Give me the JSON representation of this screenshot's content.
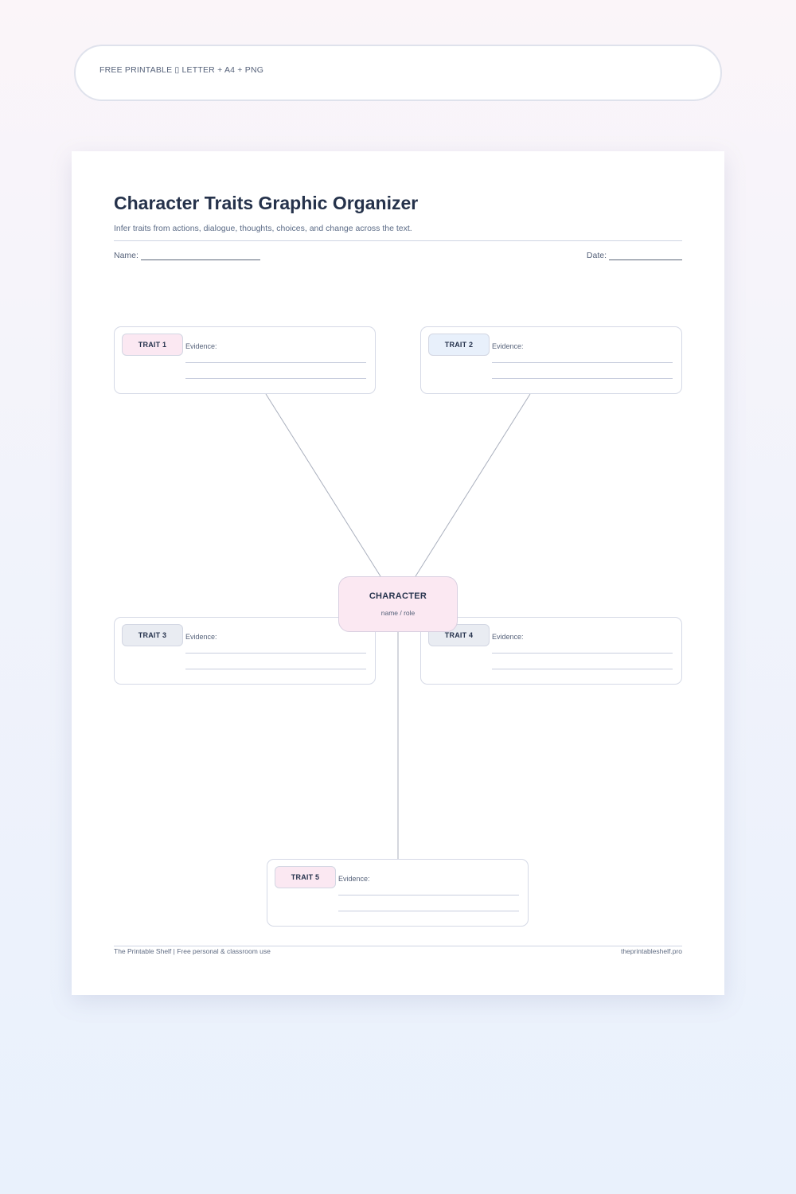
{
  "banner": {
    "text": "FREE PRINTABLE ▯ LETTER + A4 + PNG"
  },
  "worksheet": {
    "title": "Character Traits Graphic Organizer",
    "subtitle": "Infer traits from actions, dialogue, thoughts, choices, and change across the text.",
    "name_label": "Name:",
    "date_label": "Date:"
  },
  "center": {
    "title": "CHARACTER",
    "subtitle": "name / role"
  },
  "traits": [
    {
      "label": "TRAIT 1",
      "evidence_label": "Evidence:",
      "badge_color": "#fbe8f2"
    },
    {
      "label": "TRAIT 2",
      "evidence_label": "Evidence:",
      "badge_color": "#e8f0fb"
    },
    {
      "label": "TRAIT 3",
      "evidence_label": "Evidence:",
      "badge_color": "#e9ecf2"
    },
    {
      "label": "TRAIT 4",
      "evidence_label": "Evidence:",
      "badge_color": "#e9ecf2"
    },
    {
      "label": "TRAIT 5",
      "evidence_label": "Evidence:",
      "badge_color": "#fbe8f2"
    }
  ],
  "footer": {
    "left": "The Printable Shelf  |  Free personal & classroom use",
    "right": "theprintableshelf.pro"
  }
}
